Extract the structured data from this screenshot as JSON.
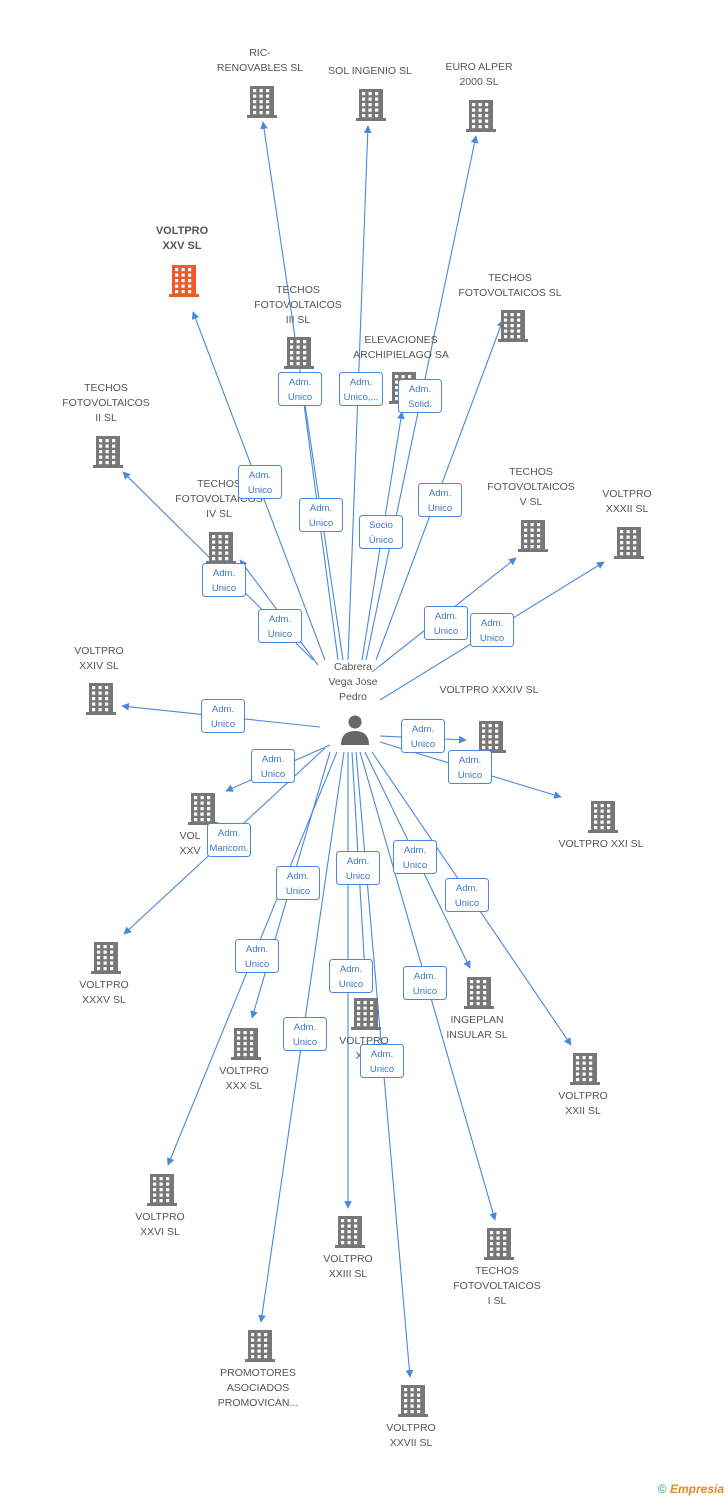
{
  "colors": {
    "edge": "#4a88d8",
    "company": "#777777",
    "highlight": "#f05a2a",
    "person": "#666666"
  },
  "person": {
    "name": [
      "Cabrera",
      "Vega Jose",
      "Pedro"
    ],
    "icon": "person-icon"
  },
  "companies": [
    {
      "id": "c1",
      "lines": [
        "RIC-",
        "RENOVABLES SL"
      ]
    },
    {
      "id": "c2",
      "lines": [
        "SOL INGENIO SL"
      ]
    },
    {
      "id": "c3",
      "lines": [
        "EURO ALPER",
        "2000 SL"
      ]
    },
    {
      "id": "c4",
      "lines": [
        "VOLTPRO",
        "XXV SL"
      ],
      "highlight": true
    },
    {
      "id": "c5",
      "lines": [
        "TECHOS",
        "FOTOVOLTAICOS",
        "III SL"
      ]
    },
    {
      "id": "c6",
      "lines": [
        "TECHOS",
        "FOTOVOLTAICOS SL"
      ]
    },
    {
      "id": "c7",
      "lines": [
        "ELEVACIONES",
        "ARCHIPIELAGO SA"
      ]
    },
    {
      "id": "c8",
      "lines": [
        "TECHOS",
        "FOTOVOLTAICOS",
        "II SL"
      ]
    },
    {
      "id": "c9",
      "lines": [
        "TECHOS",
        "FOTOVOLTAICOS",
        "IV SL"
      ]
    },
    {
      "id": "c10",
      "lines": [
        "TECHOS",
        "FOTOVOLTAICOS",
        "V SL"
      ]
    },
    {
      "id": "c11",
      "lines": [
        "VOLTPRO",
        "XXXII SL"
      ]
    },
    {
      "id": "c12",
      "lines": [
        "VOLTPRO",
        "XXIV SL"
      ]
    },
    {
      "id": "c13",
      "lines": [
        "VOLTPRO XXXIV SL"
      ]
    },
    {
      "id": "c14",
      "lines": [
        "VOL",
        "XXV"
      ]
    },
    {
      "id": "c15",
      "lines": [
        "VOLTPRO XXI SL"
      ]
    },
    {
      "id": "c16",
      "lines": [
        "VOLTPRO",
        "XXXV SL"
      ]
    },
    {
      "id": "c17",
      "lines": [
        "VOLTPRO",
        "XXX SL"
      ]
    },
    {
      "id": "c18",
      "lines": [
        "VOLTPRO",
        "XXI"
      ]
    },
    {
      "id": "c19",
      "lines": [
        "INGEPLAN",
        "INSULAR SL"
      ]
    },
    {
      "id": "c20",
      "lines": [
        "VOLTPRO",
        "XXII SL"
      ]
    },
    {
      "id": "c21",
      "lines": [
        "VOLTPRO",
        "XXVI SL"
      ]
    },
    {
      "id": "c22",
      "lines": [
        "VOLTPRO",
        "XXIII SL"
      ]
    },
    {
      "id": "c23",
      "lines": [
        "TECHOS",
        "FOTOVOLTAICOS",
        "I SL"
      ]
    },
    {
      "id": "c24",
      "lines": [
        "PROMOTORES",
        "ASOCIADOS",
        "PROMOVICAN..."
      ]
    },
    {
      "id": "c25",
      "lines": [
        "VOLTPRO",
        "XXVII SL"
      ]
    }
  ],
  "edges": [
    {
      "to": "c1",
      "label": [
        "Adm.",
        "Unico"
      ]
    },
    {
      "to": "c2",
      "label": [
        "Adm.",
        "Unico,..."
      ]
    },
    {
      "to": "c3",
      "label": [
        "Socio",
        "Único"
      ]
    },
    {
      "to": "c4",
      "label": [
        "Adm.",
        "Unico"
      ]
    },
    {
      "to": "c5",
      "label": [
        "Adm.",
        "Unico"
      ]
    },
    {
      "to": "c6",
      "label": [
        "Adm.",
        "Unico"
      ]
    },
    {
      "to": "c7",
      "label": [
        "Adm.",
        "Solid."
      ]
    },
    {
      "to": "c8",
      "label": [
        "Adm.",
        "Unico"
      ]
    },
    {
      "to": "c9",
      "label": [
        "Adm.",
        "Unico"
      ]
    },
    {
      "to": "c10",
      "label": [
        "Adm.",
        "Unico"
      ]
    },
    {
      "to": "c11",
      "label": [
        "Adm.",
        "Unico"
      ]
    },
    {
      "to": "c12",
      "label": [
        "Adm.",
        "Unico"
      ]
    },
    {
      "to": "c13",
      "label": [
        "Adm.",
        "Unico"
      ]
    },
    {
      "to": "c14",
      "label": [
        "Adm.",
        "Unico"
      ]
    },
    {
      "to": "c15",
      "label": [
        "Adm.",
        "Unico"
      ]
    },
    {
      "to": "c16",
      "label": [
        "Adm.",
        "Mancom."
      ]
    },
    {
      "to": "c17",
      "label": [
        "Adm.",
        "Unico"
      ]
    },
    {
      "to": "c18",
      "label": [
        "Adm.",
        "Unico"
      ]
    },
    {
      "to": "c19",
      "label": [
        "Adm.",
        "Unico"
      ]
    },
    {
      "to": "c20",
      "label": [
        "Adm.",
        "Unico"
      ]
    },
    {
      "to": "c21",
      "label": [
        "Adm.",
        "Unico"
      ]
    },
    {
      "to": "c22",
      "label": [
        "Adm.",
        "Unico"
      ]
    },
    {
      "to": "c23",
      "label": [
        "Adm.",
        "Unico"
      ]
    },
    {
      "to": "c24",
      "label": [
        "Adm.",
        "Unico"
      ]
    },
    {
      "to": "c25",
      "label": [
        "Adm.",
        "Unico"
      ]
    }
  ],
  "footer": {
    "symbol": "©",
    "brand": "Empresia"
  }
}
